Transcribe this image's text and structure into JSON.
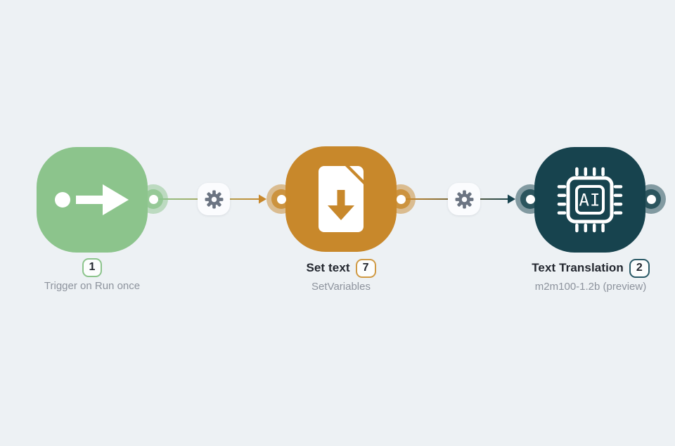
{
  "canvas": {
    "background": "#EDF1F4"
  },
  "nodes": [
    {
      "id": "trigger-on-run-once",
      "title": "",
      "badge": "1",
      "subtitle": "Trigger on Run once",
      "icon": "run-trigger-arrow-icon",
      "color": "#8CC48C",
      "badge_border": "#8CC48C"
    },
    {
      "id": "set-text",
      "title": "Set text",
      "badge": "7",
      "subtitle": "SetVariables",
      "icon": "file-download-icon",
      "color": "#C8882B",
      "badge_border": "#D09A44"
    },
    {
      "id": "text-translation",
      "title": "Text Translation",
      "badge": "2",
      "subtitle": "m2m100-1.2b (preview)",
      "icon": "ai-chip-icon",
      "chip_text": "AI",
      "color": "#17434E",
      "badge_border": "#2A5966"
    }
  ],
  "edges": [
    {
      "from": "trigger-on-run-once",
      "to": "set-text",
      "color_from": "#8CC48C",
      "color_to": "#C8882B",
      "control": "gear-icon"
    },
    {
      "from": "set-text",
      "to": "text-translation",
      "color_from": "#C8882B",
      "color_to": "#17434E",
      "control": "gear-icon"
    }
  ]
}
